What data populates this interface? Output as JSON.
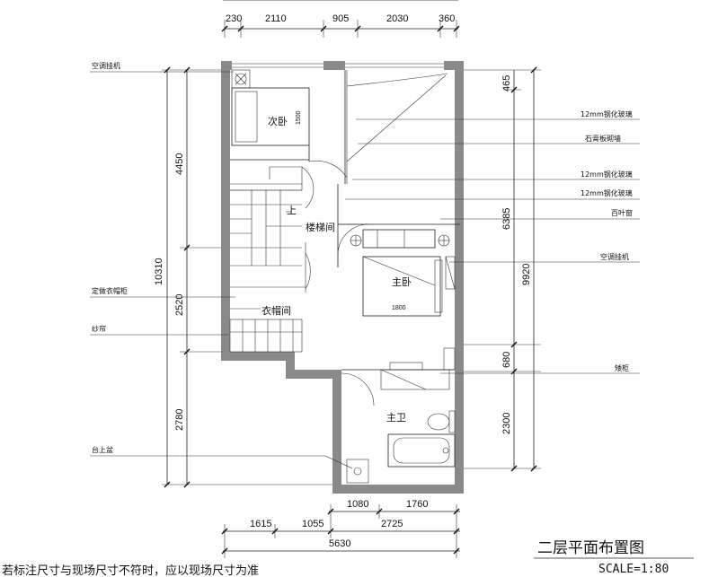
{
  "drawing": {
    "title": "二层平面布置图",
    "scale": "SCALE=1:80",
    "note": "若标注尺寸与现场尺寸不符时，应以现场尺寸为准"
  },
  "dimensions": {
    "top": [
      "230",
      "2110",
      "905",
      "2030",
      "360"
    ],
    "bottom_row1": [
      "1615",
      "1055",
      "1080",
      "1760",
      "2725"
    ],
    "bottom_total": "5630",
    "left_inner": [
      "4450",
      "2520",
      "2780"
    ],
    "left_total": "10310",
    "right_inner": [
      "465",
      "6385",
      "680",
      "2300"
    ],
    "right_total": "9920",
    "bed_second": "1500",
    "bed_master": "1800"
  },
  "rooms": {
    "second_bedroom": "次卧",
    "stair": "楼梯间",
    "master_bedroom": "主卧",
    "closet": "衣帽间",
    "master_bath": "主卫",
    "stair_up": "上"
  },
  "callouts_left": {
    "ac_unit": "空调挂机",
    "wardrobe": "定做衣帽柜",
    "curtain": "纱帘",
    "basin": "台上盆"
  },
  "callouts_right": {
    "glass1": "12mm钢化玻璃",
    "gypsum": "石膏板砌墙",
    "glass2": "12mm钢化玻璃",
    "glass3": "12mm钢化玻璃",
    "louver": "百叶窗",
    "ac_unit": "空调挂机",
    "cabinet": "矮柜"
  }
}
